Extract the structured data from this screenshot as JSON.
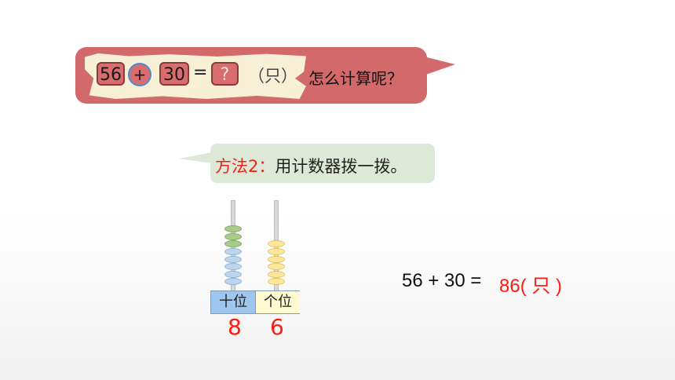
{
  "problem": {
    "first_addend": "56",
    "operator": "+",
    "second_addend": "30",
    "equals": "=",
    "unknown": "?",
    "unit": "（只）",
    "question": "怎么计算呢？"
  },
  "method": {
    "label": "方法2",
    "colon": "：",
    "text": "用计数器拨一拨。"
  },
  "abacus": {
    "tens_label": "十位",
    "ones_label": "个位",
    "tens_value": "8",
    "ones_value": "6",
    "tens_beads": 8,
    "ones_beads": 6,
    "colors": {
      "tens_top": "#a9cc8a",
      "tens_base": "#bdd6ee",
      "ones": "#ffe79a"
    }
  },
  "result": {
    "equation": "56 + 30 =",
    "answer": "86( 只 )"
  },
  "colors": {
    "bubble": "#d26a6b",
    "hint_bubble": "#dde9d6",
    "accent_red": "#ff1b12"
  }
}
